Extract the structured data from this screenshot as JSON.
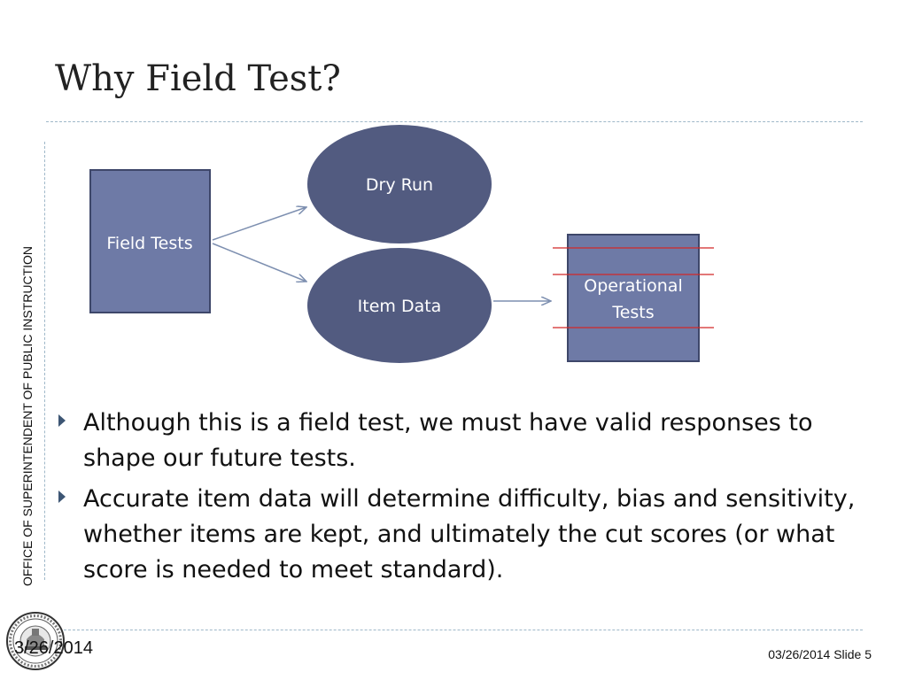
{
  "slide": {
    "title": "Why Field Test?",
    "sidebar_text": "OFFICE OF SUPERINTENDENT OF PUBLIC INSTRUCTION",
    "footer_left_date": "3/26/2014",
    "footer_right": "03/26/2014 Slide 5"
  },
  "diagram": {
    "nodes": {
      "field_tests": "Field Tests",
      "dry_run": "Dry Run",
      "item_data": "Item Data",
      "operational_line1": "Operational",
      "operational_line2": "Tests"
    }
  },
  "bullets": [
    "Although this is a field test, we must have valid responses to shape our future tests.",
    "Accurate item data will determine difficulty,  bias and sensitivity, whether items are kept, and ultimately the cut scores (or what score is needed to meet standard)."
  ],
  "colors": {
    "box_fill": "#6e7aa6",
    "ellipse_fill": "#525b80",
    "arrow": "#7d8fb0",
    "red_line": "#d22828",
    "bullet_marker": "#3d5674"
  }
}
